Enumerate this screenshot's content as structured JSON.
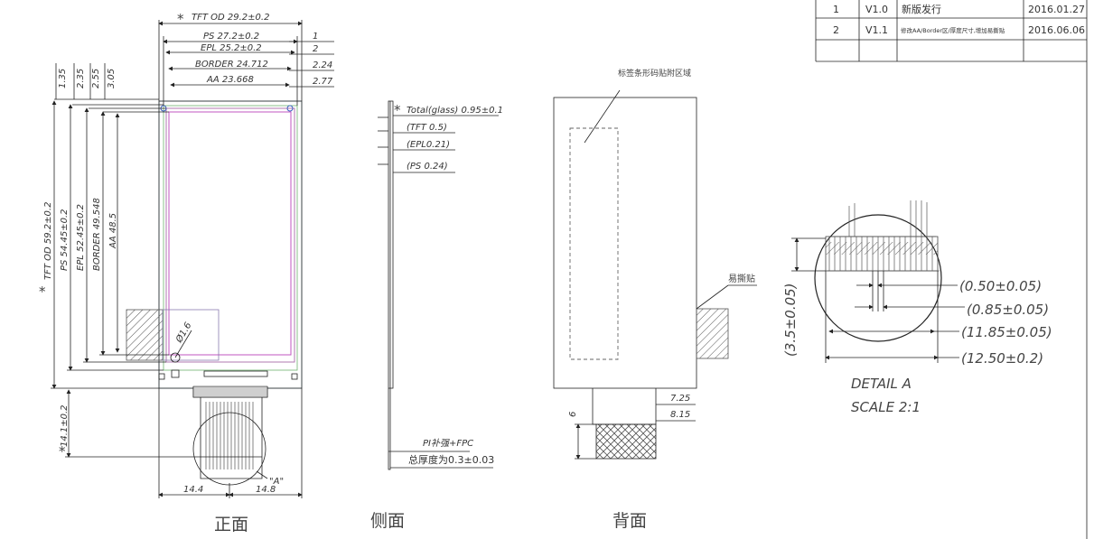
{
  "revisions": [
    {
      "no": "1",
      "version": "V1.0",
      "desc": "新版发行",
      "date": "2016.01.27"
    },
    {
      "no": "2",
      "version": "V1.1",
      "desc": "修改AA/Border区/厚度尺寸,增加易撕贴",
      "date": "2016.06.06"
    }
  ],
  "front": {
    "tft_od_w": "TFT OD 29.2±0.2",
    "ps_w": "PS 27.2±0.2",
    "epl_w": "EPL 25.2±0.2",
    "border_w": "BORDER 24.712",
    "aa_w": "AA 23.668",
    "off_1": "1",
    "off_2": "2",
    "off_224": "2.24",
    "off_277": "2.77",
    "top_135": "1.35",
    "top_235": "2.35",
    "top_255": "2.55",
    "top_305": "3.05",
    "tft_od_h": "TFT OD 59.2±0.2",
    "ps_h": "PS 54.45±0.2",
    "epl_h": "EPL 52.45±0.2",
    "border_h": "BORDER 49.548",
    "aa_h": "AA 48.5",
    "fpc_h": "14.1±0.2",
    "hole": "Ø1.6",
    "bottom_left": "14.4",
    "bottom_right": "14.8",
    "detail_ref": "\"A\"",
    "star": "*",
    "title": "正面"
  },
  "side": {
    "total": "Total(glass) 0.95±0.1",
    "tft": "(TFT 0.5)",
    "epl": "(EPL0.21)",
    "ps": "(PS 0.24)",
    "pi_note": "PI补强+FPC",
    "thickness_note": "总厚度为0.3±0.03",
    "title": "侧面"
  },
  "back": {
    "label_area": "标签条形码贴附区域",
    "easy_tear": "易撕贴",
    "dim_725": "7.25",
    "dim_815": "8.15",
    "dim_6": "6",
    "title": "背面"
  },
  "detail": {
    "d1": "(0.50±0.05)",
    "d2": "(0.85±0.05)",
    "d3": "(11.85±0.05)",
    "d4": "(12.50±0.2)",
    "height": "(3.5±0.05)",
    "name": "DETAIL A",
    "scale": "SCALE 2:1"
  }
}
